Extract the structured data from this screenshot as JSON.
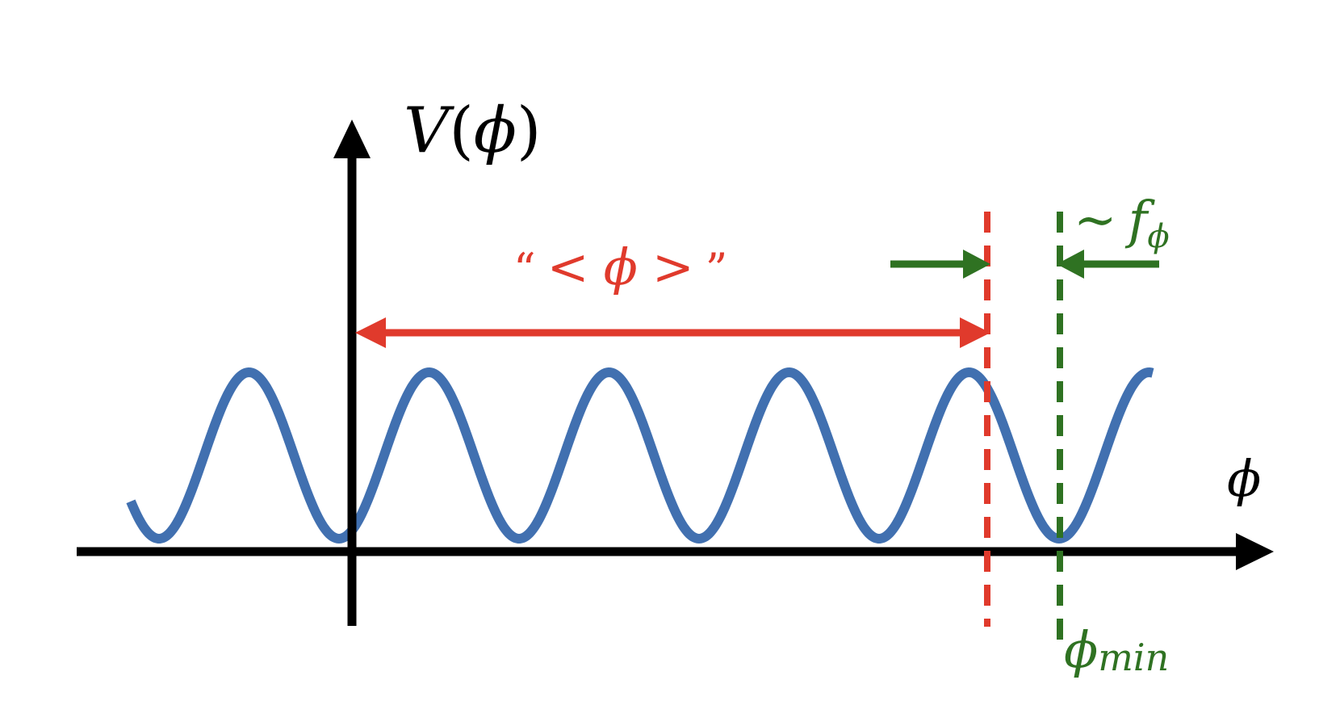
{
  "labels": {
    "y_axis": {
      "main": "V",
      "open": "(",
      "var": "ϕ",
      "close": ")"
    },
    "x_axis": "ϕ",
    "mean_field": {
      "open_quote": "“",
      "lt": "<",
      "var": "ϕ",
      "gt": ">",
      "close_quote": "”"
    },
    "decay_constant": {
      "tilde": "∼",
      "main": "f",
      "sub": "ϕ"
    },
    "minimum": {
      "main": "ϕ",
      "sub": "min"
    }
  },
  "colors": {
    "axis": "#000000",
    "potential": "#4170b0",
    "mean_field": "#e03a2c",
    "decay_constant": "#2f7222"
  }
}
